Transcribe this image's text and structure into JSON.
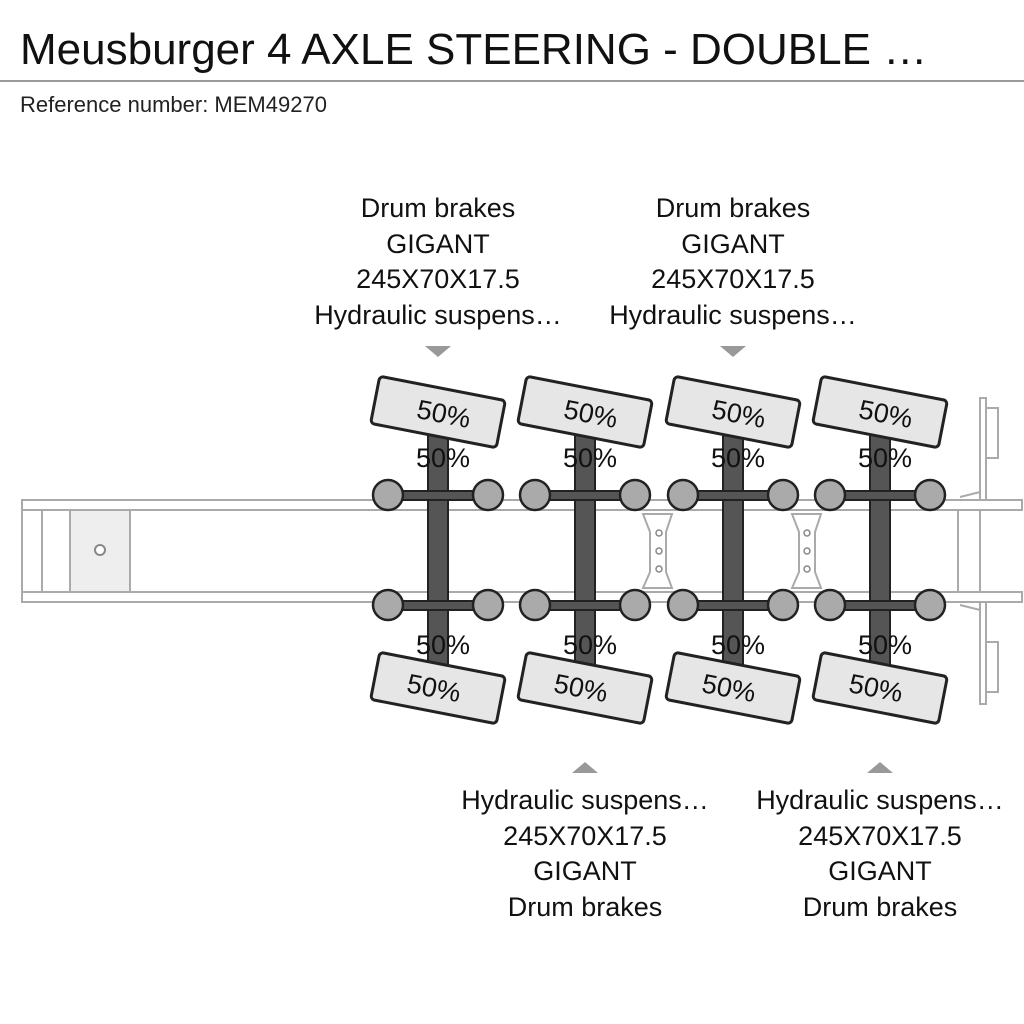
{
  "header": {
    "title": "Meusburger 4 AXLE STEERING - DOUBLE …",
    "reference": "Reference number: MEM49270"
  },
  "axle_specs": {
    "top": [
      {
        "brakes": "Drum brakes",
        "brand": "GIGANT",
        "tyre": "245X70X17.5",
        "suspension": "Hydraulic suspens…"
      },
      {
        "brakes": "Drum brakes",
        "brand": "GIGANT",
        "tyre": "245X70X17.5",
        "suspension": "Hydraulic suspens…"
      }
    ],
    "bottom": [
      {
        "suspension": "Hydraulic suspens…",
        "tyre": "245X70X17.5",
        "brand": "GIGANT",
        "brakes": "Drum brakes"
      },
      {
        "suspension": "Hydraulic suspens…",
        "tyre": "245X70X17.5",
        "brand": "GIGANT",
        "brakes": "Drum brakes"
      }
    ]
  },
  "tyre_wear": {
    "axles": [
      {
        "top_tyre": "50%",
        "top_axle": "50%",
        "bottom_axle": "50%",
        "bottom_tyre": "50%"
      },
      {
        "top_tyre": "50%",
        "top_axle": "50%",
        "bottom_axle": "50%",
        "bottom_tyre": "50%"
      },
      {
        "top_tyre": "50%",
        "top_axle": "50%",
        "bottom_axle": "50%",
        "bottom_tyre": "50%"
      },
      {
        "top_tyre": "50%",
        "top_axle": "50%",
        "bottom_axle": "50%",
        "bottom_tyre": "50%"
      }
    ]
  },
  "colors": {
    "frame": "#aaaaaa",
    "axle": "#555555",
    "hub": "#aaaaaa",
    "tyre_fill": "#e6e6e6",
    "arrow": "#999999"
  }
}
